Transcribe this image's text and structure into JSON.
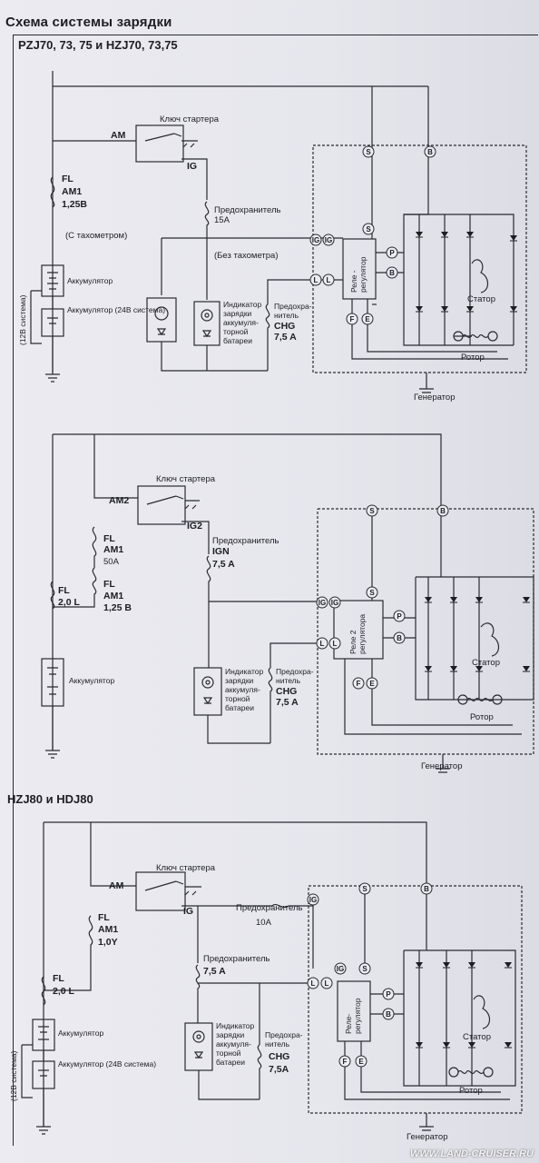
{
  "title": "Схема системы зарядки",
  "sections": [
    {
      "heading": "PZJ70, 73, 75 и HZJ70, 73,75",
      "starter_key": "Ключ стартера",
      "am": "AM",
      "ig": "IG",
      "fl": "FL",
      "am1": "AM1",
      "am1_rating": "1,25В",
      "fuse_label": "Предохранитель",
      "fuse_rating": "15A",
      "tach": "(С тахометром)",
      "no_tach": "(Без тахометра)",
      "battery": "Аккумулятор",
      "battery24": "Аккумулятор (24В система)",
      "system12": "(12В система)",
      "indicator": [
        "Индикатор",
        "зарядки",
        "аккумуля-",
        "торной",
        "батареи"
      ],
      "chg_fuse": [
        "Предохра-",
        "нитель"
      ],
      "chg": "CHG",
      "chg_rating": "7,5 A",
      "regulator": [
        "Реле -",
        "регулятор"
      ],
      "stator": "Статор",
      "rotor": "Ротор",
      "generator": "Генератор"
    },
    {
      "starter_key": "Ключ стартера",
      "am2": "AM2",
      "ig2": "IG2",
      "fl": "FL",
      "am1": "AM1",
      "am1_rating_a": "50A",
      "am1_rating_b": "1,25 В",
      "fl20": "2,0 L",
      "fuse_label": "Предохранитель",
      "ign": "IGN",
      "ign_rating": "7,5 A",
      "battery": "Аккумулятор",
      "indicator": [
        "Индикатор",
        "зарядки",
        "аккумуля-",
        "торной",
        "батареи"
      ],
      "chg_fuse": [
        "Предохра-",
        "нитель"
      ],
      "chg": "CHG",
      "chg_rating": "7,5 A",
      "regulator": [
        "Реле 2",
        "регулятора"
      ],
      "stator": "Статор",
      "rotor": "Ротор",
      "generator": "Генератор"
    },
    {
      "heading": "HZJ80 и HDJ80",
      "starter_key": "Ключ стартера",
      "am": "AM",
      "ig": "IG",
      "fl": "FL",
      "am1": "AM1",
      "am1_rating": "1,0Y",
      "fl20": "2,0 L",
      "fuse_label": "Предохранитель",
      "fuse10": "10A",
      "fuse_rating": "7,5 A",
      "battery": "Аккумулятор",
      "battery24": "Аккумулятор (24В система)",
      "system12": "(12В система)",
      "indicator": [
        "Индикатор",
        "зарядки",
        "аккумуля-",
        "торной",
        "батареи"
      ],
      "chg_fuse": [
        "Предохра-",
        "нитель"
      ],
      "chg": "CHG",
      "chg_rating": "7,5A",
      "regulator": [
        "Реле-",
        "регулятор"
      ],
      "stator": "Статор",
      "rotor": "Ротор",
      "generator": "Генератор"
    }
  ],
  "terminals": {
    "s": "S",
    "b": "B",
    "ig": "IG",
    "l": "L",
    "p": "P",
    "f": "F",
    "e": "E"
  },
  "watermark": "WWW.LAND-CRUISER.RU"
}
